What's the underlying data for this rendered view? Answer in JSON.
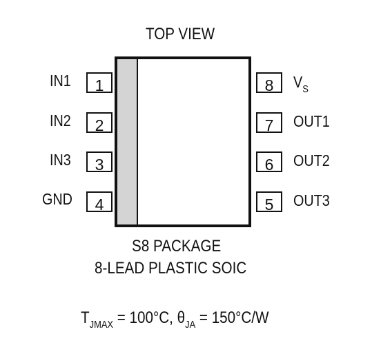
{
  "title": "TOP VIEW",
  "pins_left": [
    {
      "number": "1",
      "name": "IN1"
    },
    {
      "number": "2",
      "name": "IN2"
    },
    {
      "number": "3",
      "name": "IN3"
    },
    {
      "number": "4",
      "name": "GND"
    }
  ],
  "pins_right": [
    {
      "number": "8",
      "name": "V",
      "sub": "S"
    },
    {
      "number": "7",
      "name": "OUT1"
    },
    {
      "number": "6",
      "name": "OUT2"
    },
    {
      "number": "5",
      "name": "OUT3"
    }
  ],
  "package_line1": "S8 PACKAGE",
  "package_line2": "8-LEAD PLASTIC SOIC",
  "thermal": {
    "tj": "T",
    "tj_sub": "JMAX",
    "tj_value": " = 100°C, ",
    "theta": "θ",
    "theta_sub": "JA",
    "theta_value": " = 150°C/W"
  }
}
